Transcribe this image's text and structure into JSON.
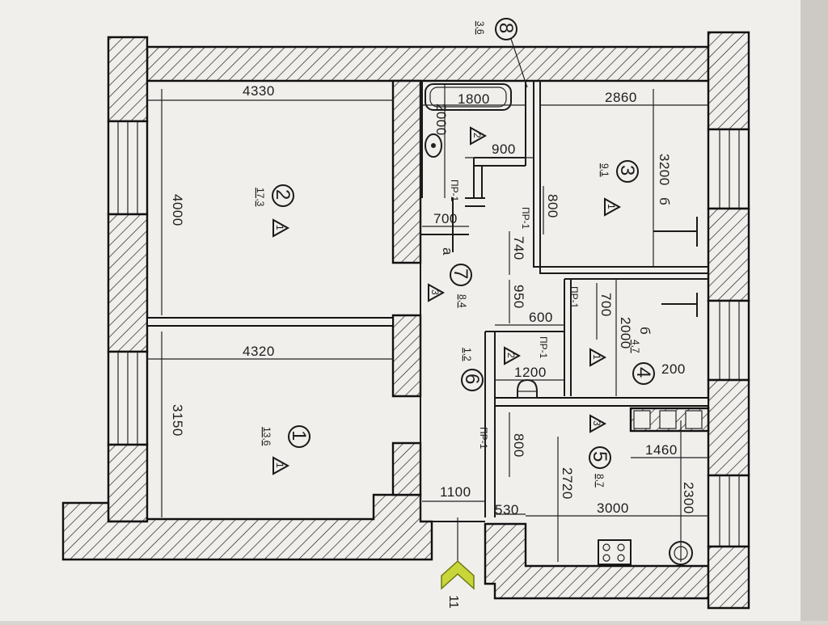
{
  "dimensions": {
    "room2_width": "4330",
    "room2_height": "4000",
    "room1_width": "4320",
    "room1_height": "3150",
    "bath_width": "1800",
    "bath_height": "2000",
    "wc_width": "900",
    "hall_700a": "700",
    "door_740": "740",
    "door_950": "950",
    "door_600": "600",
    "wc_1200": "1200",
    "hall_800b": "800",
    "entry_1100": "1100",
    "entry_530": "530",
    "room3_width": "2860",
    "room3_height": "3200",
    "room3_800": "800",
    "room4_700": "700",
    "room4_2000": "2000",
    "room4_200": "200",
    "kitchen_1460": "1460",
    "kitchen_2720": "2720",
    "kitchen_3000": "3000",
    "kitchen_2300": "2300"
  },
  "rooms": [
    {
      "num": "1",
      "area": "13,6",
      "cat": "1"
    },
    {
      "num": "2",
      "area": "17,3",
      "cat": "1"
    },
    {
      "num": "3",
      "area": "9,1",
      "cat": "1"
    },
    {
      "num": "4",
      "area": "4,7",
      "cat": "1"
    },
    {
      "num": "5",
      "area": "8,7",
      "cat": "3"
    },
    {
      "num": "6",
      "area": "1,2",
      "cat": "2"
    },
    {
      "num": "7",
      "area": "8,4",
      "cat": "3"
    },
    {
      "num": "8",
      "area": "3,6",
      "cat": "2"
    }
  ],
  "markers": {
    "entrance": "11",
    "door_type": "ПР-1",
    "letter_a": "а",
    "letter_b": "б"
  },
  "colors": {
    "paper": "#f1efec",
    "line": "#1a1a1a",
    "entrance_arrow": "#c8d63a"
  }
}
